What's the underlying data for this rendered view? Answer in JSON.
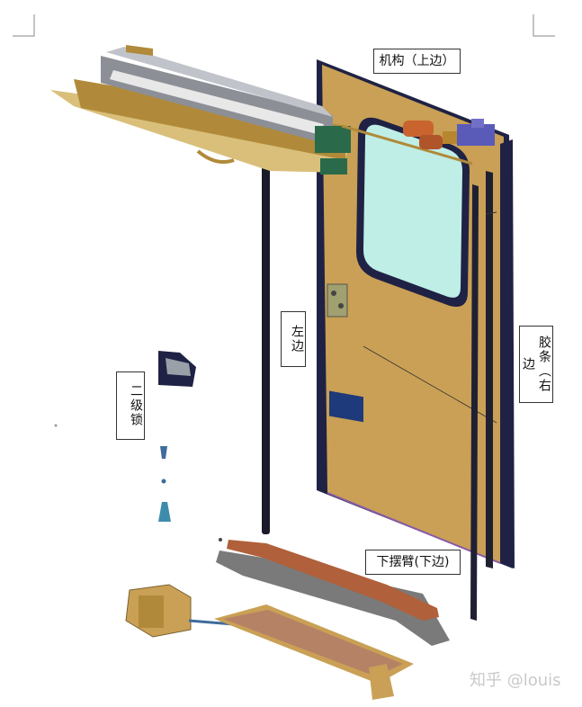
{
  "labels": {
    "mechanism_top": "机构（上边）",
    "left_edge": "左边",
    "secondary_lock": "二级锁",
    "seal_right": "胶条（右边",
    "lower_swing_arm": "下摆臂(下边)"
  },
  "watermark": "知乎 @louis",
  "colors": {
    "door_panel": "#C9A055",
    "door_frame": "#1F2244",
    "window_glass": "#BFEEE6",
    "mechanism_gold": "#B08A3A",
    "mechanism_rail": "#8C8F96",
    "swing_arm": "#B0603A",
    "shadow_gray": "#7A7A7A",
    "lock_blue": "#3E6C9C",
    "seal_dark": "#202033"
  }
}
